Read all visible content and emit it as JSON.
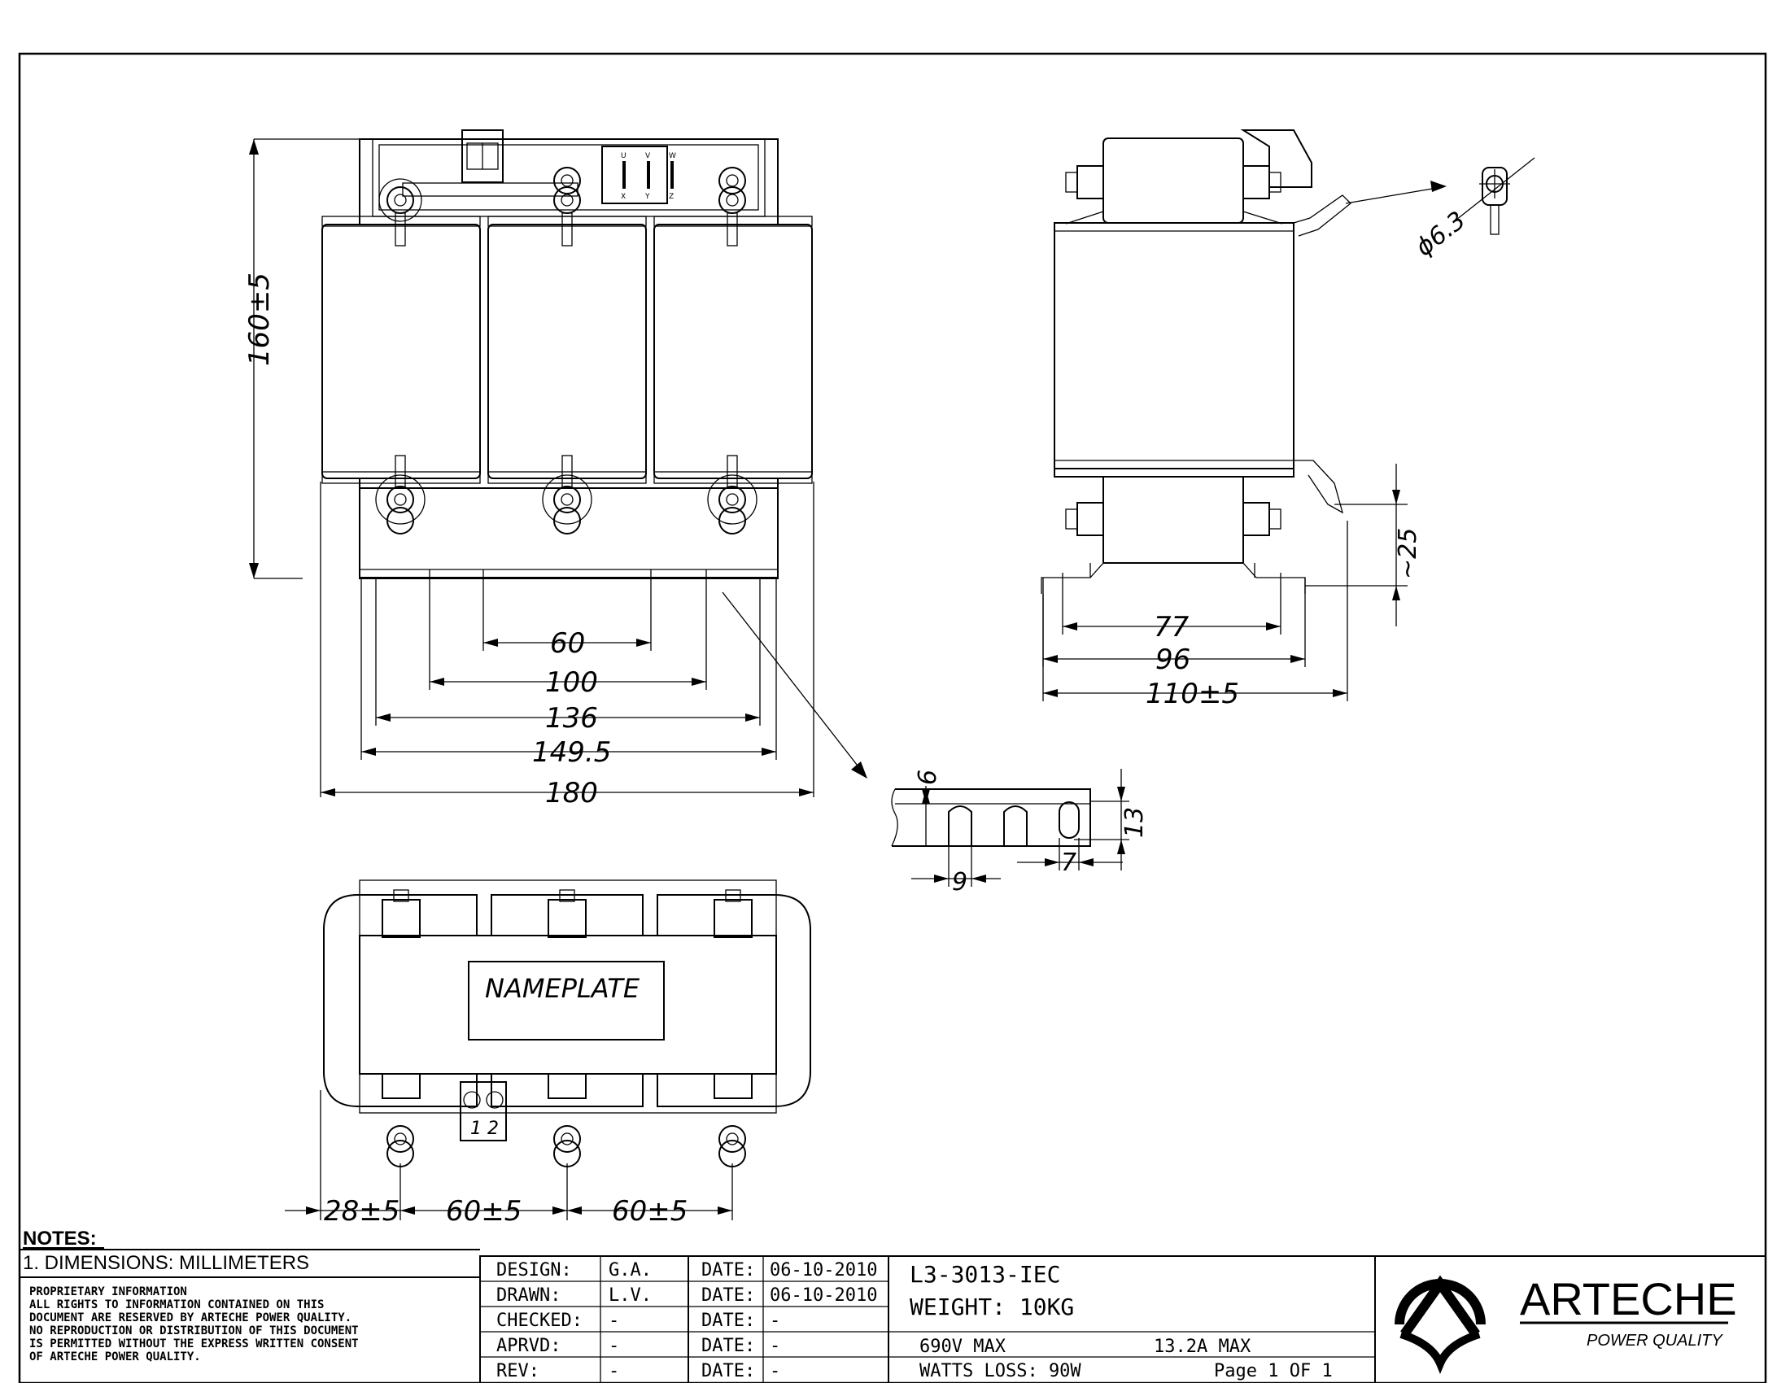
{
  "front_view": {
    "dim_height": "160±5",
    "dim_60": "60",
    "dim_100": "100",
    "dim_136": "136",
    "dim_149": "149.5",
    "dim_180": "180",
    "terminal_labels_top": [
      "U",
      "V",
      "W"
    ],
    "terminal_labels_bottom": [
      "X",
      "Y",
      "Z"
    ]
  },
  "side_view": {
    "dim_77": "77",
    "dim_96": "96",
    "dim_110": "110±5",
    "dim_25": "~25",
    "dim_hole": "ϕ6.3"
  },
  "slot_detail": {
    "dim_6": "6",
    "dim_13": "13",
    "dim_9": "9",
    "dim_7": "7"
  },
  "top_view": {
    "nameplate": "NAMEPLATE",
    "dim_28": "28±5",
    "dim_60a": "60±5",
    "dim_60b": "60±5",
    "terminal_block": "1 2"
  },
  "notes": {
    "heading": "NOTES:",
    "item1": "1. DIMENSIONS: MILLIMETERS",
    "proprietary": [
      "PROPRIETARY INFORMATION",
      "  ALL RIGHTS TO INFORMATION CONTAINED ON THIS",
      "  DOCUMENT ARE RESERVED BY ARTECHE POWER QUALITY.",
      "  NO REPRODUCTION OR DISTRIBUTION OF THIS DOCUMENT",
      "  IS PERMITTED WITHOUT THE EXPRESS WRITTEN CONSENT",
      "  OF ARTECHE POWER QUALITY."
    ]
  },
  "title_block": {
    "rows": [
      {
        "label": "DESIGN:",
        "value": "G.A.",
        "date_label": "DATE:",
        "date": "06-10-2010"
      },
      {
        "label": "DRAWN:",
        "value": "L.V.",
        "date_label": "DATE:",
        "date": "06-10-2010"
      },
      {
        "label": "CHECKED:",
        "value": "-",
        "date_label": "DATE:",
        "date": "-"
      },
      {
        "label": "APRVD:",
        "value": "-",
        "date_label": "DATE:",
        "date": "-"
      },
      {
        "label": "REV:",
        "value": "-",
        "date_label": "DATE:",
        "date": "-"
      }
    ],
    "part_number": "L3-3013-IEC",
    "weight": "WEIGHT: 10KG",
    "voltage": "690V MAX",
    "current": "13.2A MAX",
    "watts_loss": "WATTS LOSS: 90W",
    "page": "Page 1 OF 1"
  },
  "brand": {
    "name": "ARTECHE",
    "tagline": "POWER QUALITY"
  }
}
